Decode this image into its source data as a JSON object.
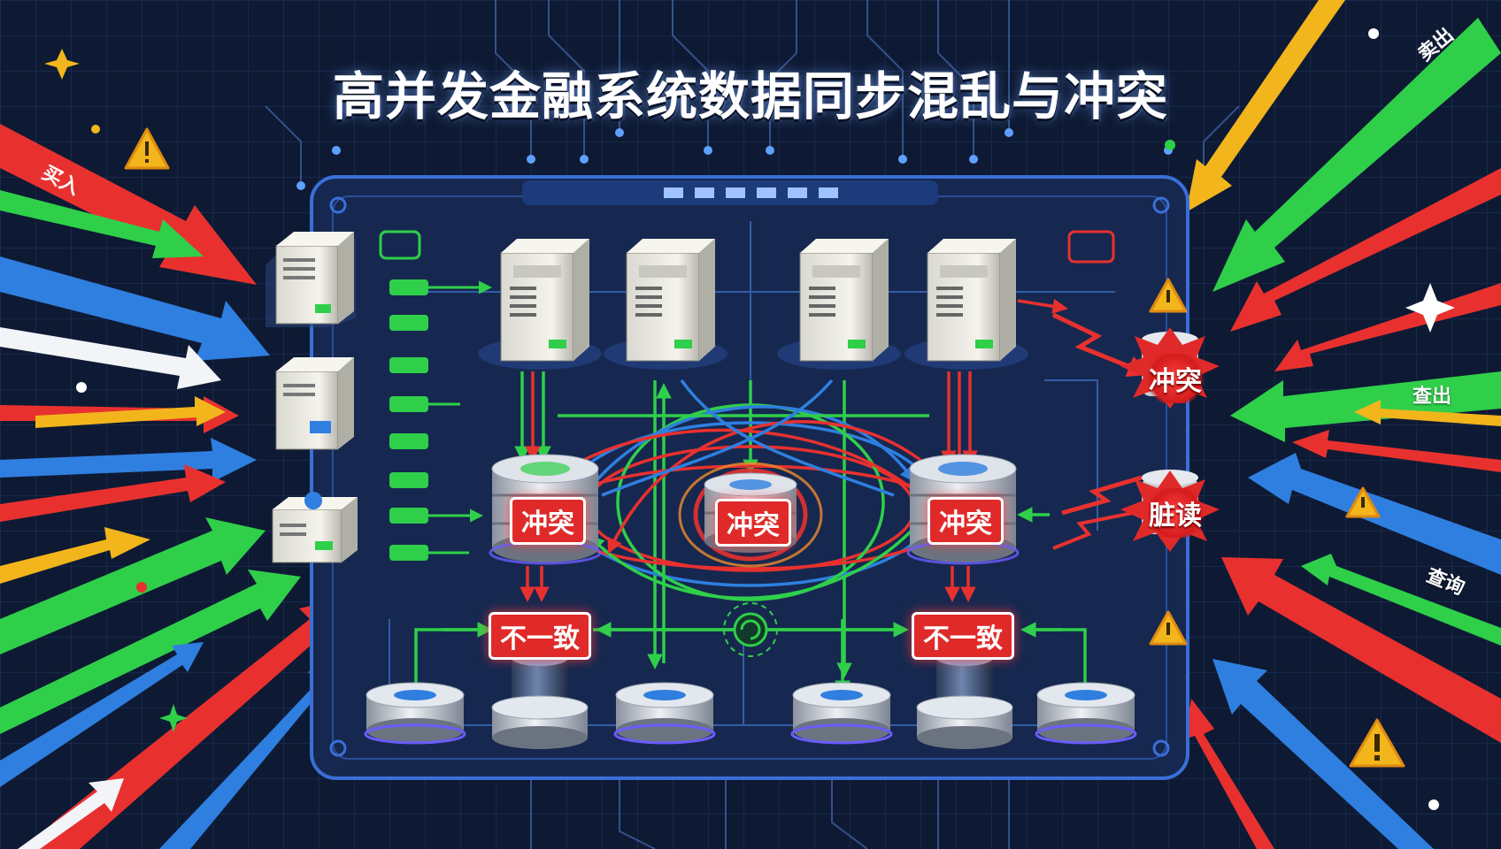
{
  "title": "高并发金融系统数据同步混乱与冲突",
  "labels": {
    "conflict": "冲突",
    "inconsistent": "不一致",
    "dirty_read": "脏读"
  },
  "arrow_labels": {
    "left_buy": "买入",
    "right_sell": "卖出",
    "right_query_1": "查出",
    "right_query_2": "查询"
  },
  "colors": {
    "background": "#0e1a33",
    "panel": "#16284f",
    "panel_border": "#3a6fd8",
    "red": "#e8312f",
    "green": "#2fcf4a",
    "blue": "#2f7fe0",
    "yellow": "#f2b51c",
    "white": "#f2f4f8"
  },
  "icons": [
    "server-icon",
    "database-icon",
    "warning-icon",
    "sync-icon",
    "star-icon"
  ]
}
